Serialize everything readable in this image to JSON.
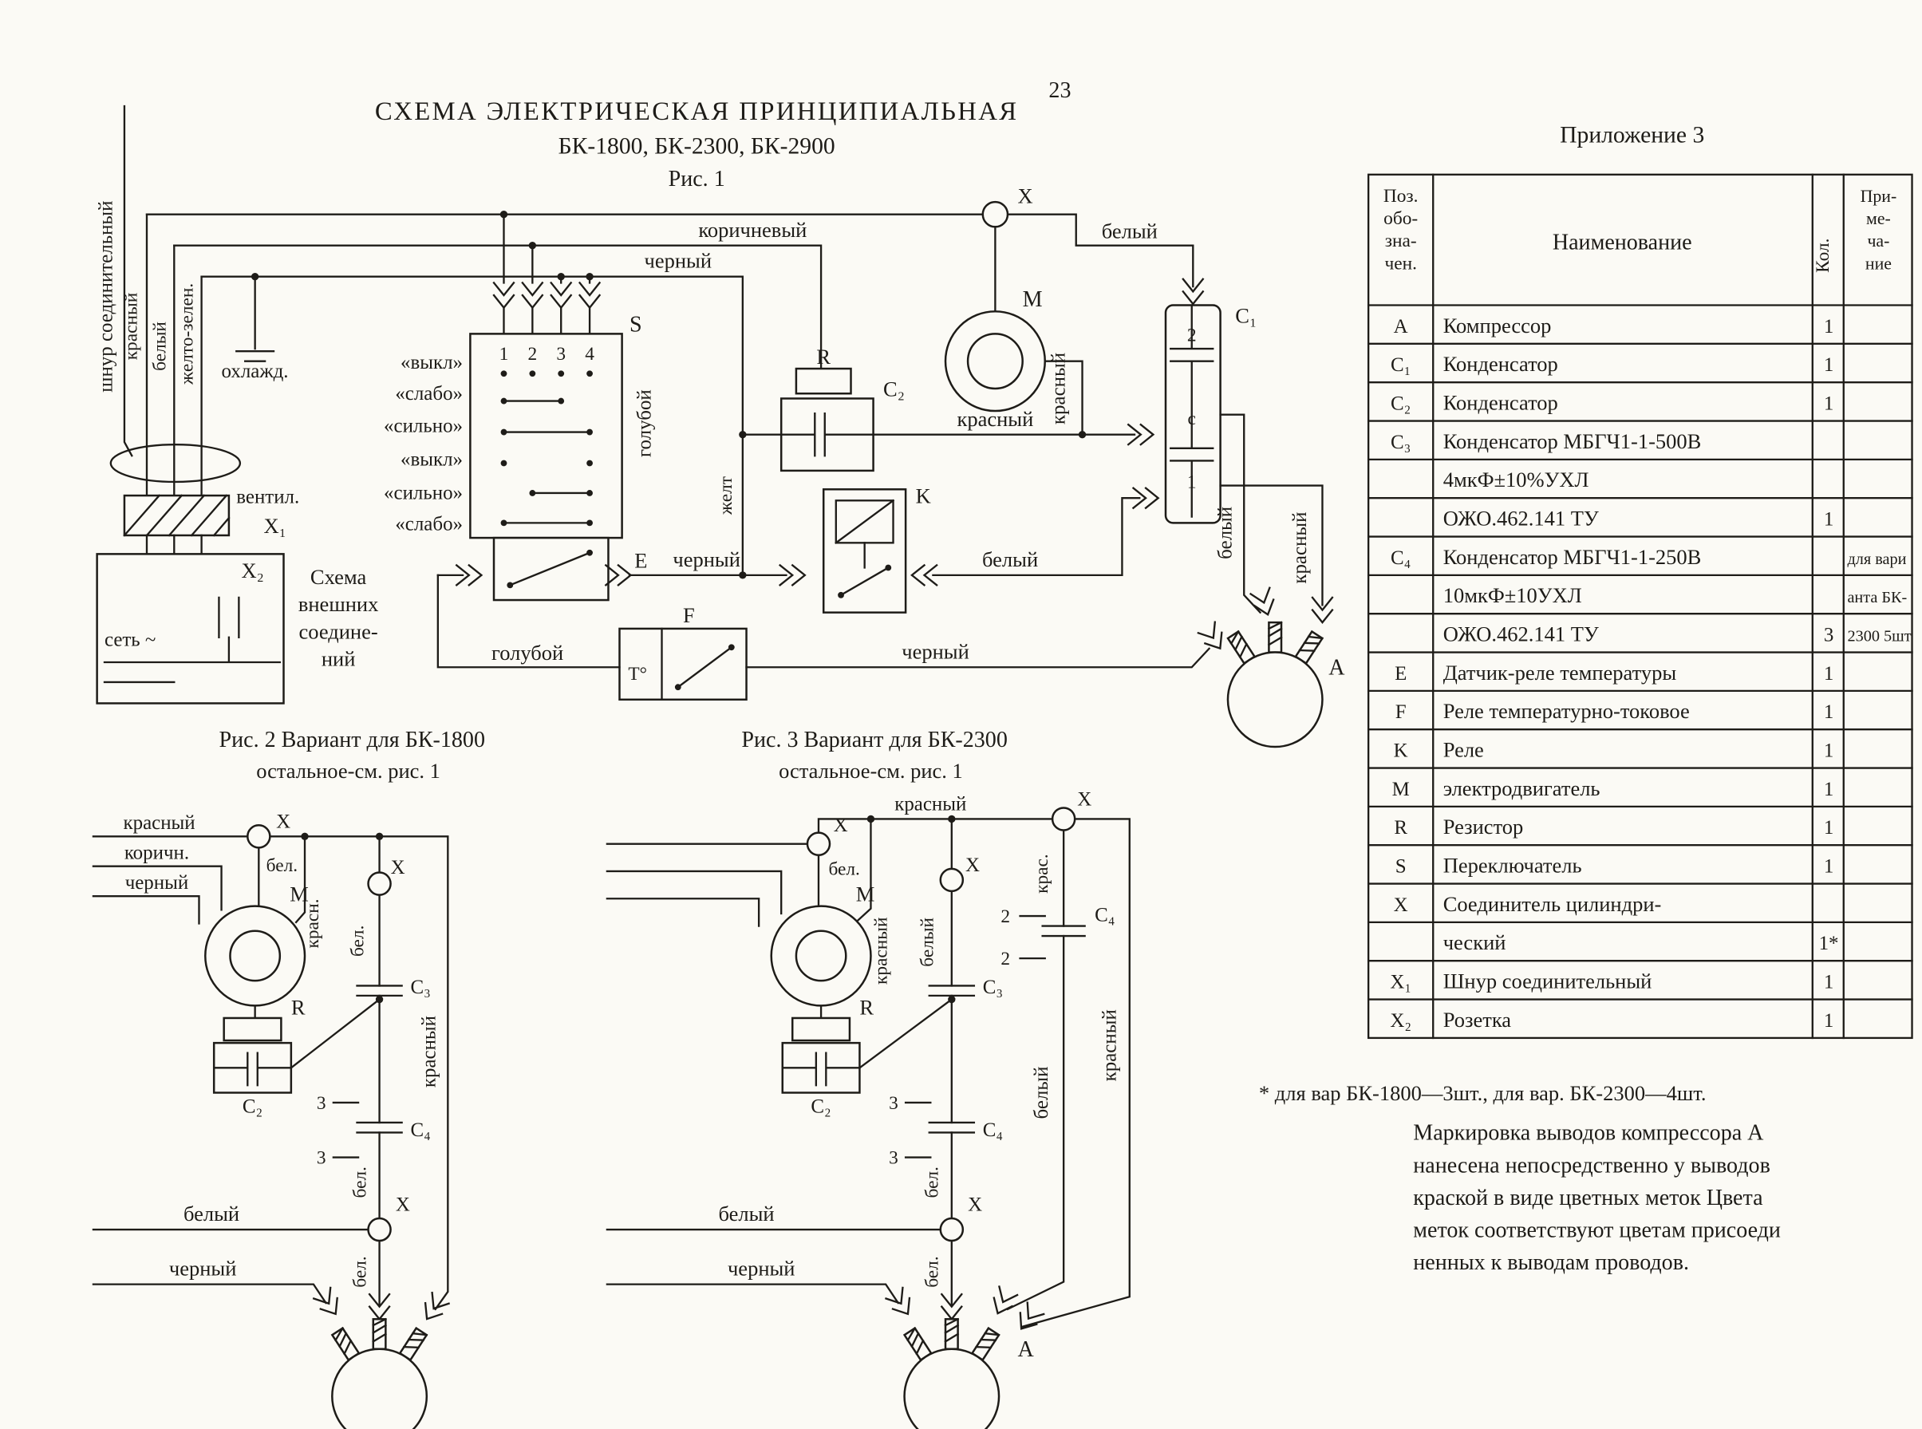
{
  "page": {
    "number": "23"
  },
  "titles": {
    "main1": "СХЕМА ЭЛЕКТРИЧЕСКАЯ ПРИНЦИПИАЛЬНАЯ",
    "main2": "БК-1800, БК-2300, БК-2900",
    "fig1": "Рис. 1",
    "fig2_caption1": "Рис. 2 Вариант для БК-1800",
    "fig2_caption2": "остальное-см. рис. 1",
    "fig3_caption1": "Рис. 3 Вариант для БК-2300",
    "fig3_caption2": "остальное-см. рис. 1",
    "appendix": "Приложение 3"
  },
  "wires": {
    "red": "красный",
    "red_short": "красн.",
    "red_short2": "крас.",
    "white": "белый",
    "white_short": "бел.",
    "black": "черный",
    "brown": "коричневый",
    "brown_short": "коричн.",
    "blue": "голубой",
    "yellow": "желт",
    "yellow_green": "желто-зелен."
  },
  "fig1": {
    "cord": "шнур соединительный",
    "cooling": "охлажд.",
    "fan": "вентил.",
    "mains": "сеть ~",
    "ext1": "Схема",
    "ext2": "внешних",
    "ext3": "соедине-",
    "ext4": "ний",
    "sw1": "«выкл»",
    "sw2": "«слабо»",
    "sw3": "«сильно»",
    "sw4": "«выкл»",
    "sw5": "«сильно»",
    "sw6": "«слабо»",
    "pin1": "1",
    "pin2": "2",
    "pin3": "3",
    "pin4": "4",
    "c1_t_top": "2",
    "c1_t_mid": "c",
    "c1_t_bot": "1",
    "temp": "T°"
  },
  "refs": {
    "A": "A",
    "M": "M",
    "R": "R",
    "S": "S",
    "K": "K",
    "E": "E",
    "F": "F",
    "X": "X",
    "X1": "X₁",
    "X2": "X₂",
    "C1": "C₁",
    "C2": "C₂",
    "C3": "C₃",
    "C4": "C₄"
  },
  "figx": {
    "n2": "2",
    "n3": "3"
  },
  "table": {
    "h_pos1": "Поз.",
    "h_pos2": "обо-",
    "h_pos3": "зна-",
    "h_pos4": "чен.",
    "h_name": "Наименование",
    "h_qty": "Кол.",
    "h_note1": "При-",
    "h_note2": "ме-",
    "h_note3": "ча-",
    "h_note4": "ние",
    "rows": [
      {
        "pos": "A",
        "name": "Компрессор",
        "qty": "1",
        "note": ""
      },
      {
        "pos": "C₁",
        "name": "Конденсатор",
        "qty": "1",
        "note": ""
      },
      {
        "pos": "C₂",
        "name": "Конденсатор",
        "qty": "1",
        "note": ""
      },
      {
        "pos": "C₃",
        "name": "Конденсатор МБГЧ1-1-500В",
        "qty": "",
        "note": ""
      },
      {
        "pos": "",
        "name": "4мкФ±10%УХЛ",
        "qty": "",
        "note": ""
      },
      {
        "pos": "",
        "name": "ОЖО.462.141 ТУ",
        "qty": "1",
        "note": ""
      },
      {
        "pos": "C₄",
        "name": "Конденсатор МБГЧ1-1-250В",
        "qty": "",
        "note": "для вари"
      },
      {
        "pos": "",
        "name": "10мкФ±10УХЛ",
        "qty": "",
        "note": "анта БК-"
      },
      {
        "pos": "",
        "name": "ОЖО.462.141 ТУ",
        "qty": "3",
        "note": "2300 5шт"
      },
      {
        "pos": "E",
        "name": "Датчик-реле температуры",
        "qty": "1",
        "note": ""
      },
      {
        "pos": "F",
        "name": "Реле температурно-токовое",
        "qty": "1",
        "note": ""
      },
      {
        "pos": "K",
        "name": "Реле",
        "qty": "1",
        "note": ""
      },
      {
        "pos": "M",
        "name": "электродвигатель",
        "qty": "1",
        "note": ""
      },
      {
        "pos": "R",
        "name": "Резистор",
        "qty": "1",
        "note": ""
      },
      {
        "pos": "S",
        "name": "Переключатель",
        "qty": "1",
        "note": ""
      },
      {
        "pos": "X",
        "name": "Соединитель цилиндри-",
        "qty": "",
        "note": ""
      },
      {
        "pos": "",
        "name": "ческий",
        "qty": "1*",
        "note": ""
      },
      {
        "pos": "X₁",
        "name": "Шнур соединительный",
        "qty": "1",
        "note": ""
      },
      {
        "pos": "X₂",
        "name": "Розетка",
        "qty": "1",
        "note": ""
      }
    ],
    "footnote": "*  для вар  БК-1800—3шт., для вар. БК-2300—4шт.",
    "note1": "Маркировка выводов компрессора А",
    "note2": "нанесена непосредственно у выводов",
    "note3": "краской в виде цветных меток  Цвета",
    "note4": "меток соответствуют цветам присоеди",
    "note5": "ненных к выводам проводов."
  }
}
